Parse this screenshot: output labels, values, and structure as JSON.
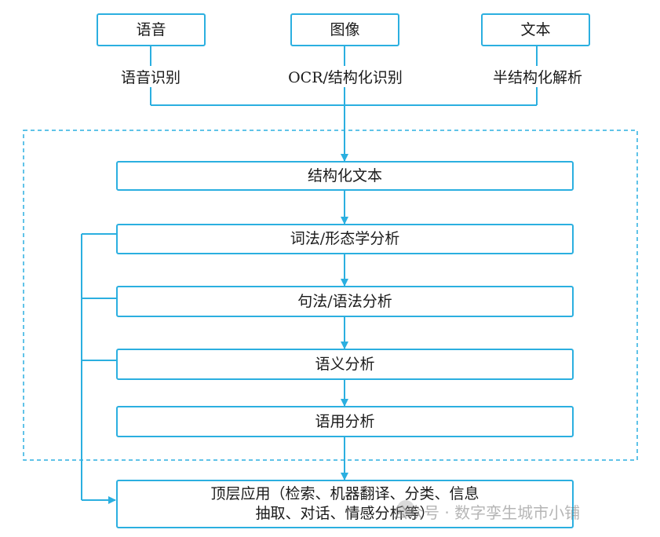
{
  "inputs": {
    "speech": {
      "box": "语音",
      "process": "语音识别"
    },
    "image": {
      "box": "图像",
      "process": "OCR/结构化识别"
    },
    "text": {
      "box": "文本",
      "process": "半结构化解析"
    }
  },
  "pipeline": {
    "structured_text": "结构化文本",
    "lexical": "词法/形态学分析",
    "syntactic": "句法/语法分析",
    "semantic": "语义分析",
    "pragmatic": "语用分析"
  },
  "application": {
    "line1": "顶层应用（检索、机器翻译、分类、信息",
    "line2": "抽取、对话、情感分析等）"
  },
  "watermark": "公众号 · 数字孪生城市小铺",
  "colors": {
    "accent": "#2bafe0",
    "text": "#1a1a1a"
  }
}
